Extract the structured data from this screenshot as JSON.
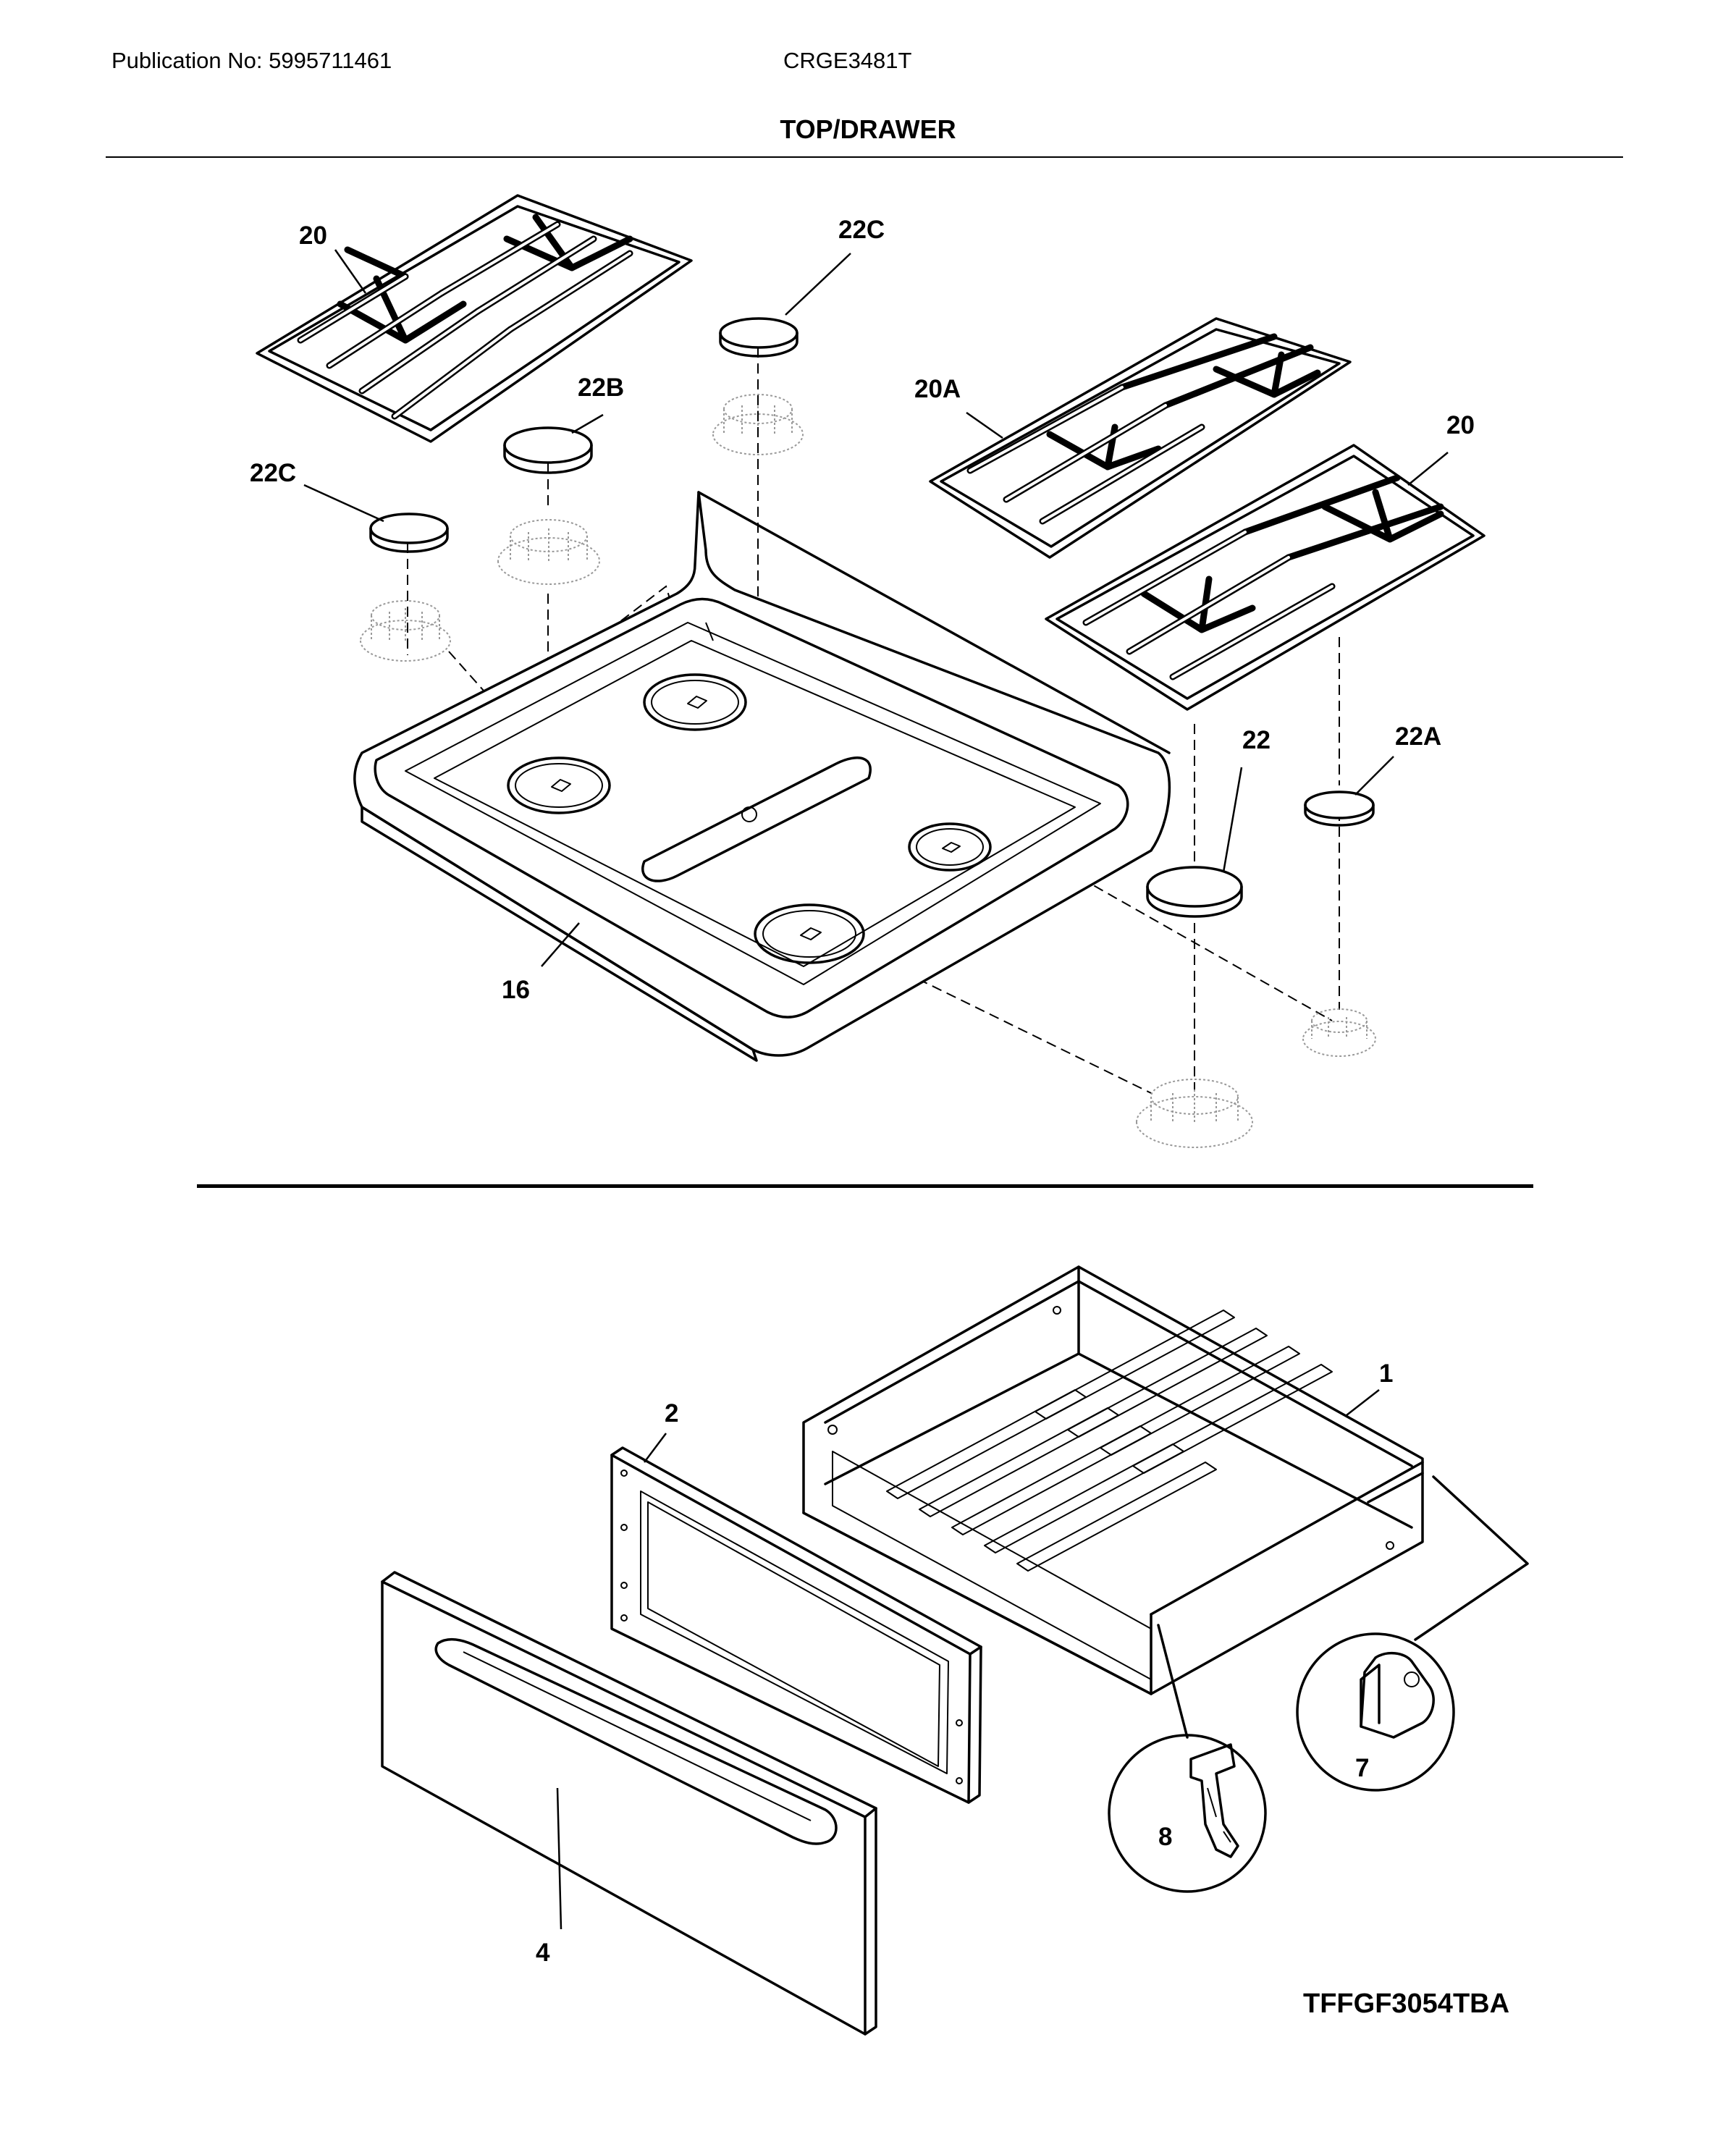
{
  "header": {
    "publication": "Publication No: 5995711461",
    "model": "CRGE3481T",
    "section_title": "TOP/DRAWER"
  },
  "callouts": {
    "grate_left_20": "20",
    "cap_22c_top": "22C",
    "cap_22b": "22B",
    "cap_22c_left": "22C",
    "grate_20a": "20A",
    "grate_right_20": "20",
    "cap_22": "22",
    "cap_22a": "22A",
    "cooktop_16": "16",
    "drawer_body_1": "1",
    "drawer_panel_2": "2",
    "drawer_front_4": "4",
    "bracket_7": "7",
    "glide_8": "8"
  },
  "footer": {
    "diagram_id": "TFFGF3054TBA"
  }
}
